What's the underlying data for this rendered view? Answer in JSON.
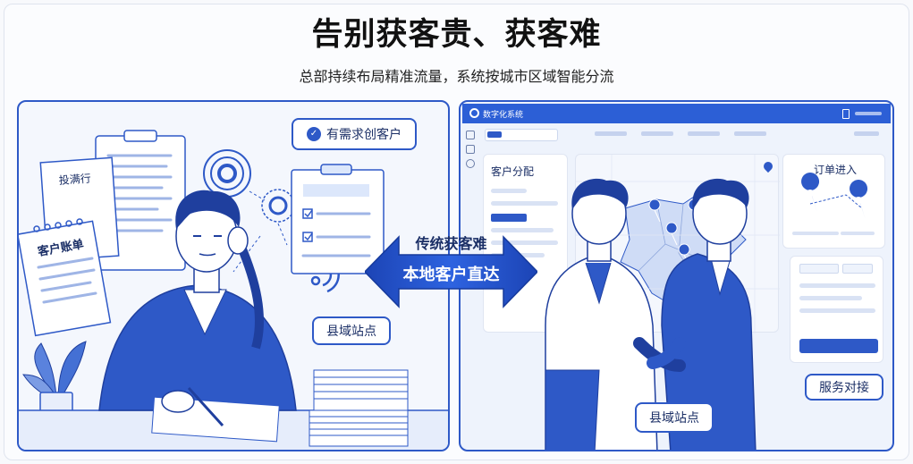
{
  "header": {
    "title": "告别获客贵、获客难",
    "subtitle": "总部持续布局精准流量，系统按城市区域智能分流"
  },
  "left_scene": {
    "doc_label_1": "投满行",
    "doc_label_2": "客户账单",
    "bubble_demand": "有需求创客户",
    "bubble_site": "县域站点"
  },
  "center_arrow": {
    "top_text": "传统获客难",
    "main_text": "本地客户直达"
  },
  "right_scene": {
    "app_title": "数字化系统",
    "card_allocation": "客户分配",
    "card_orders": "订单进入",
    "bubble_site": "县域站点",
    "bubble_service": "服务对接"
  },
  "colors": {
    "primary": "#2e59c7",
    "dark_blue": "#1f3f9e",
    "light_blue": "#dce7fb"
  }
}
